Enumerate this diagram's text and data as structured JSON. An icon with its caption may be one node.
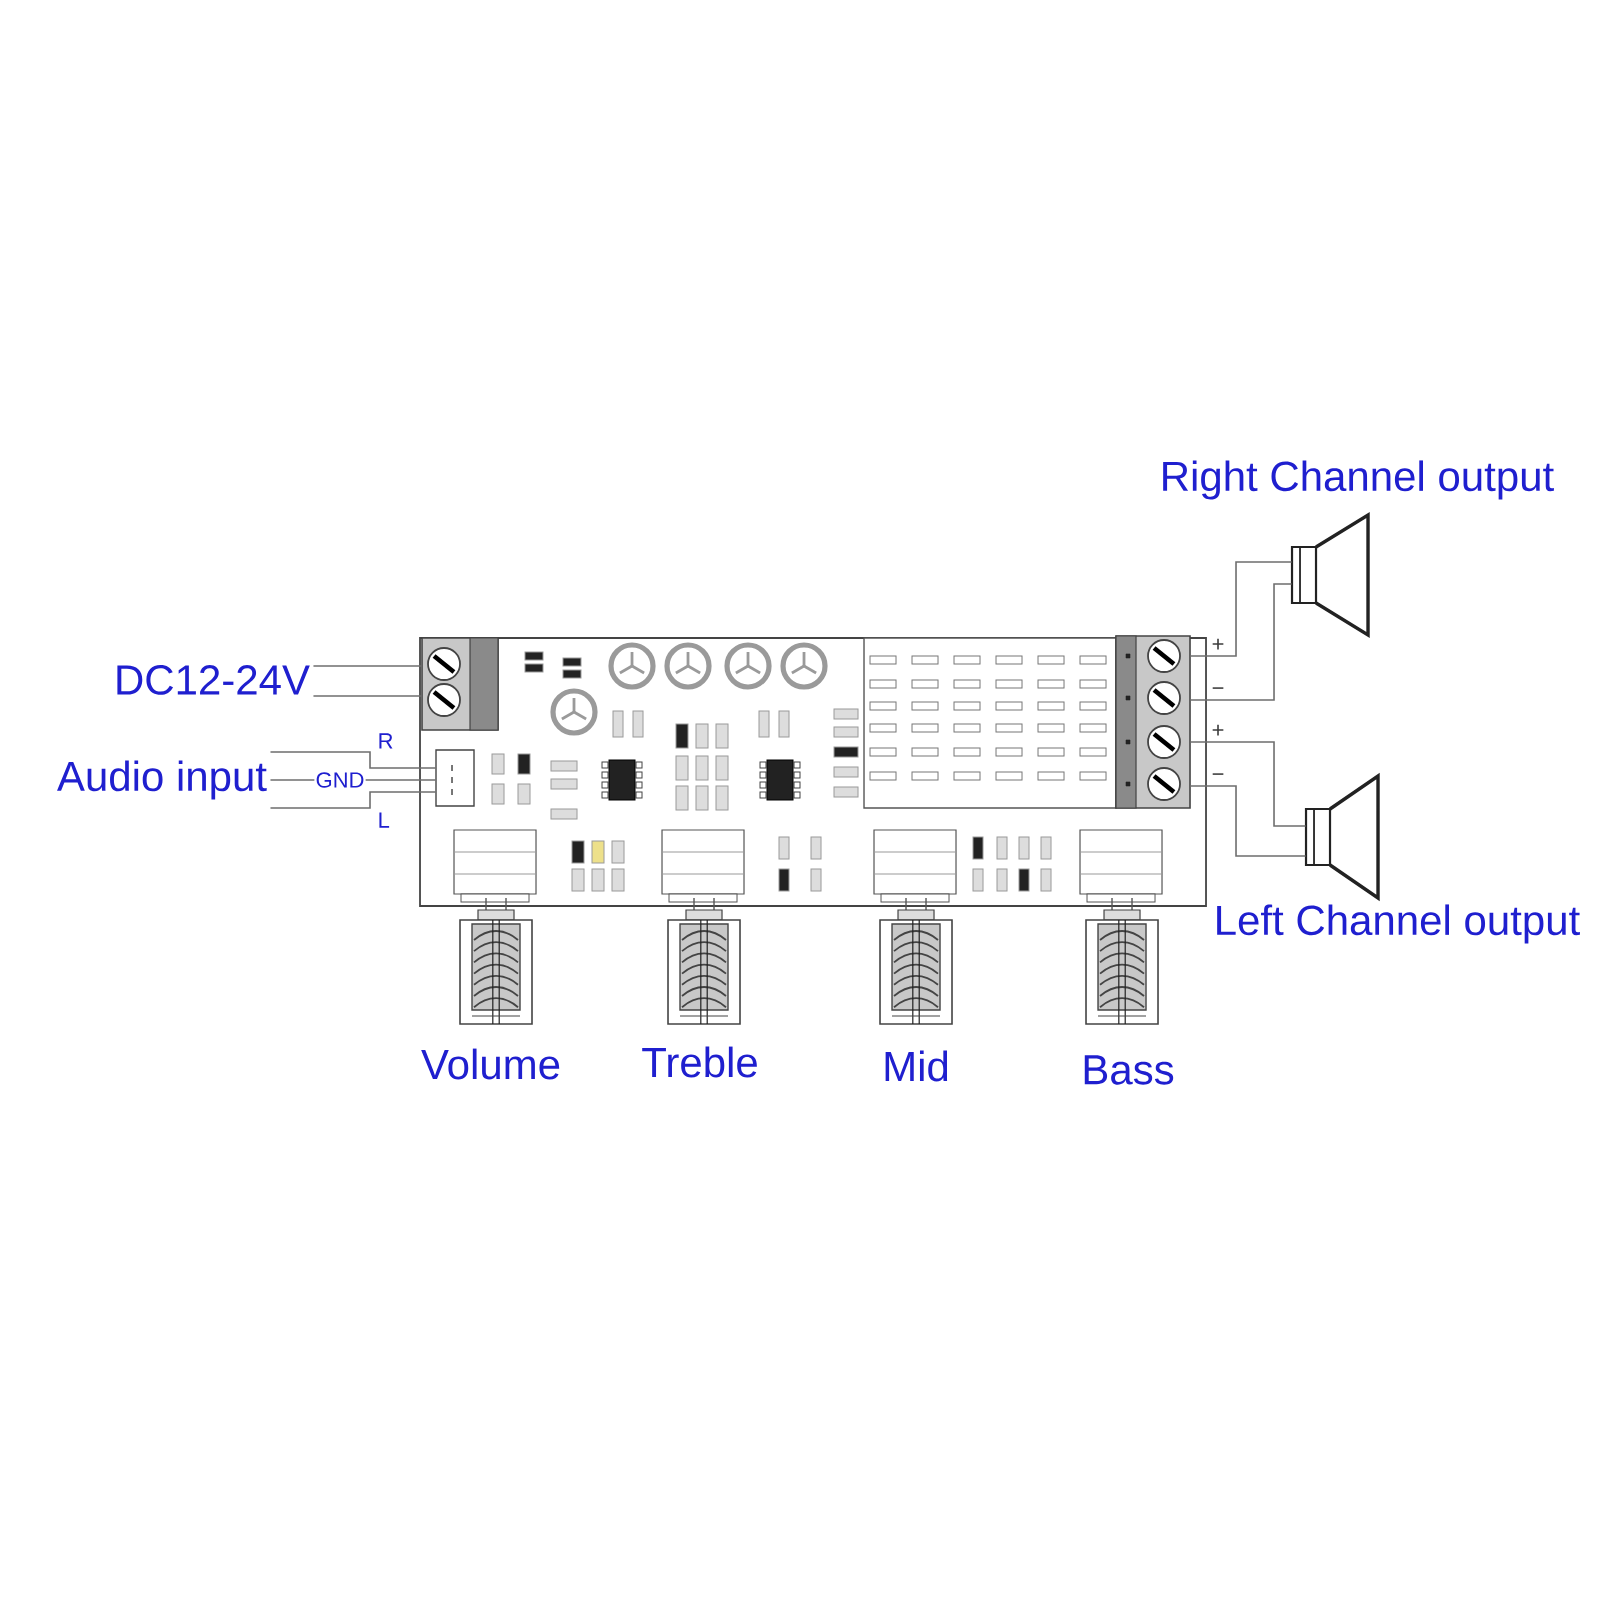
{
  "diagram": {
    "nodes": [
      {
        "text": [],
        "shape": "picture",
        "beside": [
          "Right Channel output"
        ]
      },
      {
        "text": [
          "DC12-24V"
        ]
      },
      {
        "text": [
          "Audio input"
        ]
      },
      {
        "text": [],
        "shape": "picture"
      },
      {
        "text": [],
        "shape": "picture",
        "in": 3
      },
      {
        "text": [],
        "shape": "picture",
        "in": 3
      },
      {
        "text": [],
        "shape": "picture",
        "in": 3
      },
      {
        "text": [],
        "shape": "picture",
        "beside": [
          "Left Channel output"
        ]
      }
    ],
    "edges": [
      {
        "from": 1,
        "to": 4,
        "arrow": "none"
      },
      {
        "from": 1,
        "to": 4,
        "arrow": "none"
      },
      {
        "from": 2,
        "to": 5,
        "arrow": "none",
        "label": "R"
      },
      {
        "from": 2,
        "to": 5,
        "arrow": "none",
        "label": "GND"
      },
      {
        "from": 2,
        "to": 5,
        "arrow": "none",
        "label": "L"
      },
      {
        "from": 6,
        "to": 0,
        "arrow": "none",
        "label": "+"
      },
      {
        "from": 6,
        "to": 0,
        "arrow": "none",
        "label": "−"
      },
      {
        "from": 6,
        "to": 7,
        "arrow": "none",
        "label": "+"
      },
      {
        "from": 6,
        "to": 7,
        "arrow": "none",
        "label": "−"
      }
    ],
    "labels": [
      "Volume",
      "Treble",
      "Mid",
      "Bass"
    ]
  }
}
